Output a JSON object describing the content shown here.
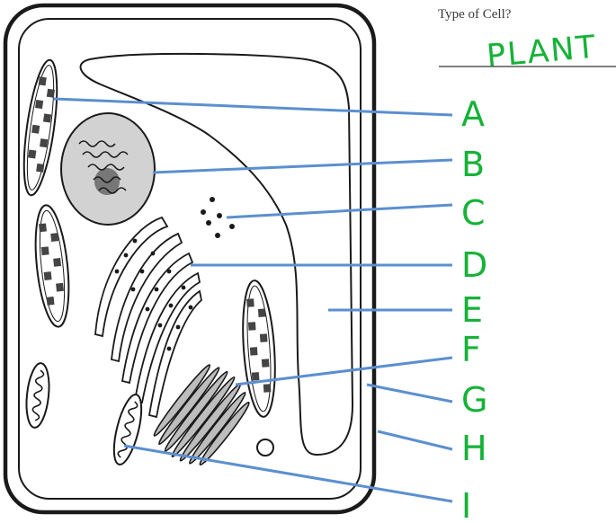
{
  "header": {
    "question": "Type of Cell?",
    "answer": "PLANT"
  },
  "labels": [
    "A",
    "B",
    "C",
    "D",
    "E",
    "F",
    "G",
    "H",
    "I"
  ],
  "colors": {
    "handwriting": "#16b238",
    "leader_lines": "#5b8fd0",
    "outline": "#1a1a1a"
  }
}
